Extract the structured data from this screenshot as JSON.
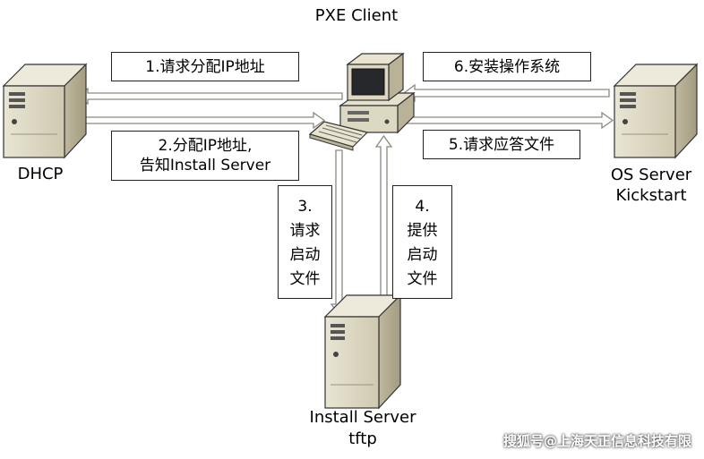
{
  "nodes": {
    "pxe_client": "PXE Client",
    "dhcp": "DHCP",
    "os_server_line1": "OS Server",
    "os_server_line2": "Kickstart",
    "install_server_line1": "Install Server",
    "install_server_line2": "tftp"
  },
  "steps": {
    "step1": "1.请求分配IP地址",
    "step2_line1": "2.分配IP地址,",
    "step2_line2": "告知Install Server",
    "step3": [
      "3.",
      "请求",
      "启动",
      "文件"
    ],
    "step4": [
      "4.",
      "提供",
      "启动",
      "文件"
    ],
    "step5": "5.请求应答文件",
    "step6": "6.安装操作系统"
  },
  "watermark": "搜狐号@上海天正信息科技有限",
  "colors": {
    "server_body": "#ddd8c2",
    "server_side": "#bdb69c",
    "arrow_fill": "#ffffff",
    "arrow_stroke": "#8a8a80"
  }
}
